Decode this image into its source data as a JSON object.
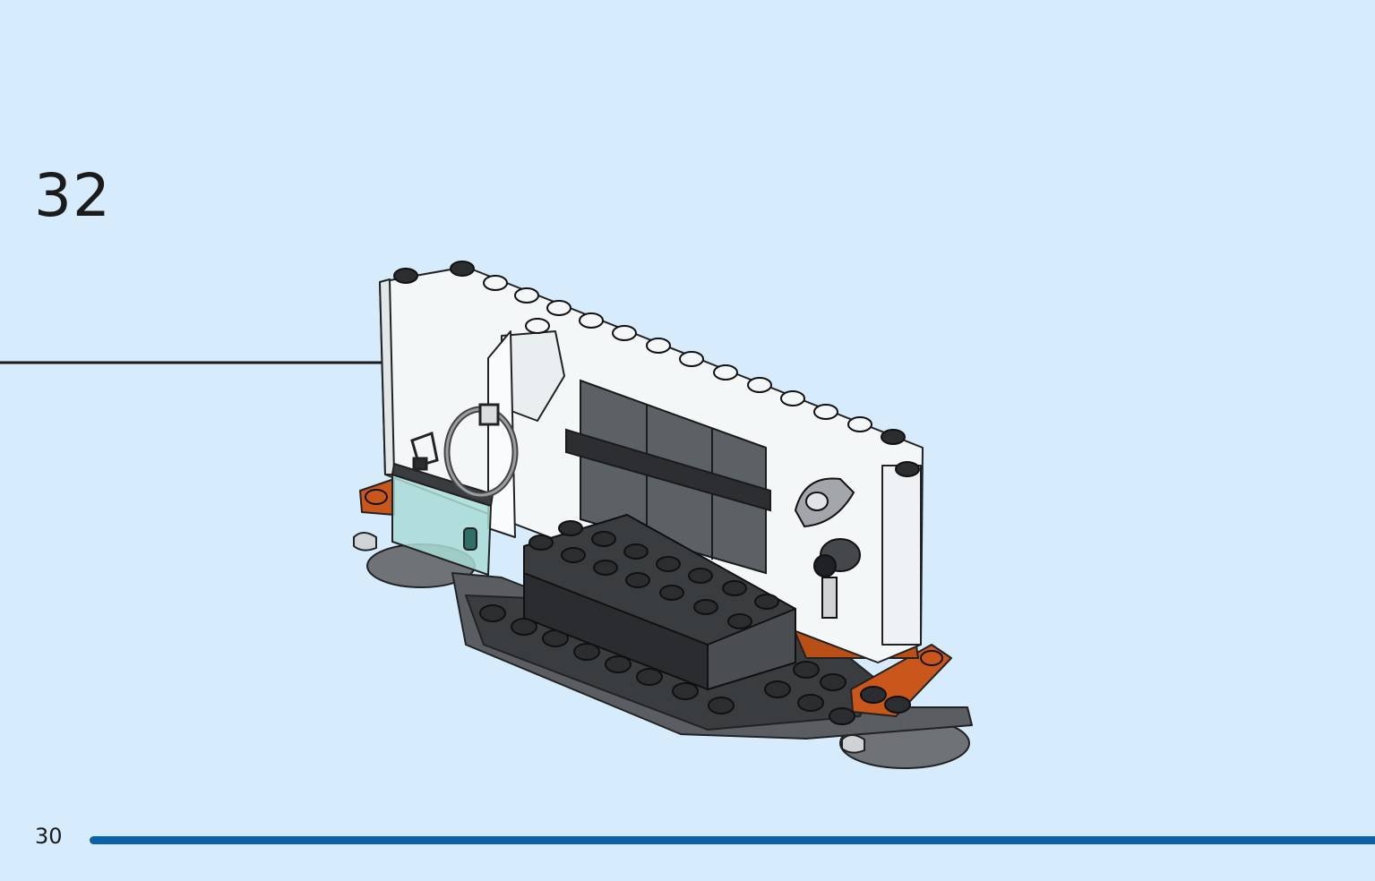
{
  "step": {
    "number": "32"
  },
  "page": {
    "number": "30"
  },
  "progress": {
    "fraction": 1.0,
    "color": "#0b61a8"
  },
  "colors": {
    "background": "#d6ecfc",
    "white_brick": "#f4f7f8",
    "dark_grey": "#3a3d40",
    "medium_grey": "#7b7f82",
    "orange": "#c9561a",
    "trans_teal": "#a9dcd6",
    "window_glass": "#5c6165"
  },
  "illustration": {
    "subject": "lego-build-step",
    "arrow_icon": "arrow-right-icon"
  }
}
